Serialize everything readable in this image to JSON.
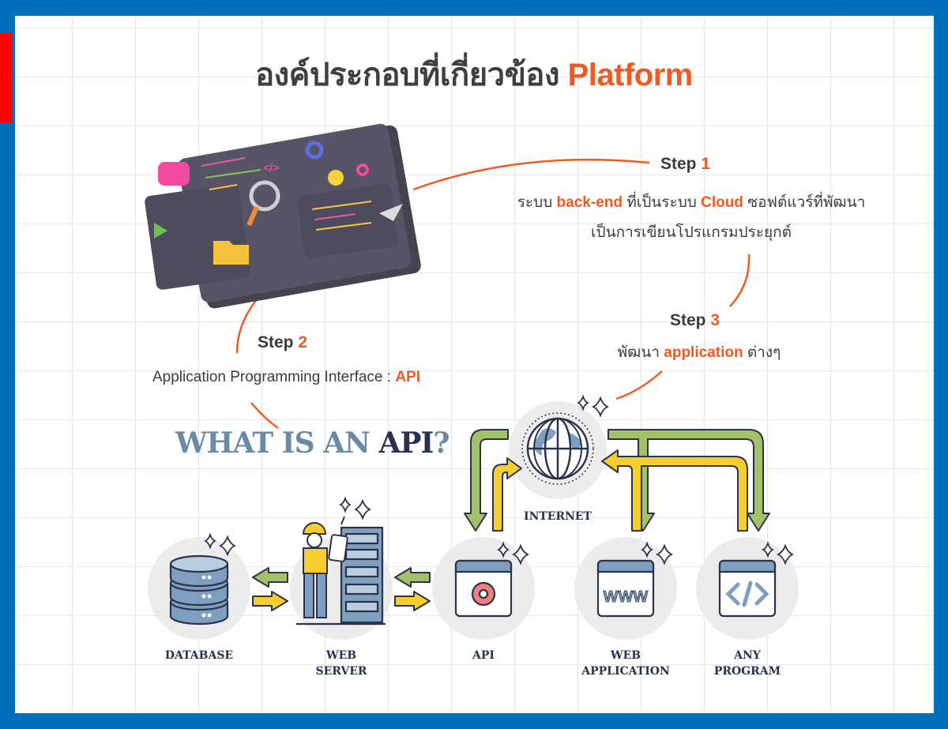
{
  "colors": {
    "frame": "#0070bc",
    "accent_red": "#ff0000",
    "orange": "#f05a22",
    "dark_text": "#3c3c3c",
    "navy": "#273253",
    "steel_blue": "#6b8aa6",
    "green_arrow": "#a3c06b",
    "yellow_arrow": "#f8cd2f",
    "circle_bg": "#ececec"
  },
  "title": {
    "thai": "องค์ประกอบที่เกี่ยวข้อง",
    "accent": "Platform"
  },
  "steps": [
    {
      "word": "Step",
      "num": "1",
      "lines": [
        [
          {
            "t": "ระบบ ",
            "hl": false
          },
          {
            "t": "back-end",
            "hl": true
          },
          {
            "t": " ที่เป็นระบบ ",
            "hl": false
          },
          {
            "t": "Cloud",
            "hl": true
          },
          {
            "t": " ซอฟต์แวร์ที่พัฒนา",
            "hl": false
          }
        ],
        [
          {
            "t": "เป็นการเขียนโปรแกรมประยุกต์",
            "hl": false
          }
        ]
      ]
    },
    {
      "word": "Step",
      "num": "2",
      "lines": [
        [
          {
            "t": "Application Programming Interface : ",
            "hl": false
          },
          {
            "t": "API",
            "hl": true
          }
        ]
      ]
    },
    {
      "word": "Step",
      "num": "3",
      "lines": [
        [
          {
            "t": "พัฒนา ",
            "hl": false
          },
          {
            "t": "application",
            "hl": true
          },
          {
            "t": " ต่างๆ",
            "hl": false
          }
        ]
      ]
    }
  ],
  "diagram": {
    "heading_light": "WHAT IS AN ",
    "heading_dark": "API",
    "heading_mark": "?",
    "nodes": {
      "internet": "INTERNET",
      "database": "DATABASE",
      "web_server": [
        "WEB",
        "SERVER"
      ],
      "api": "API",
      "web_application": [
        "WEB",
        "APPLICATION"
      ],
      "any_program": [
        "ANY",
        "PROGRAM"
      ]
    },
    "www_text": "WWW"
  }
}
